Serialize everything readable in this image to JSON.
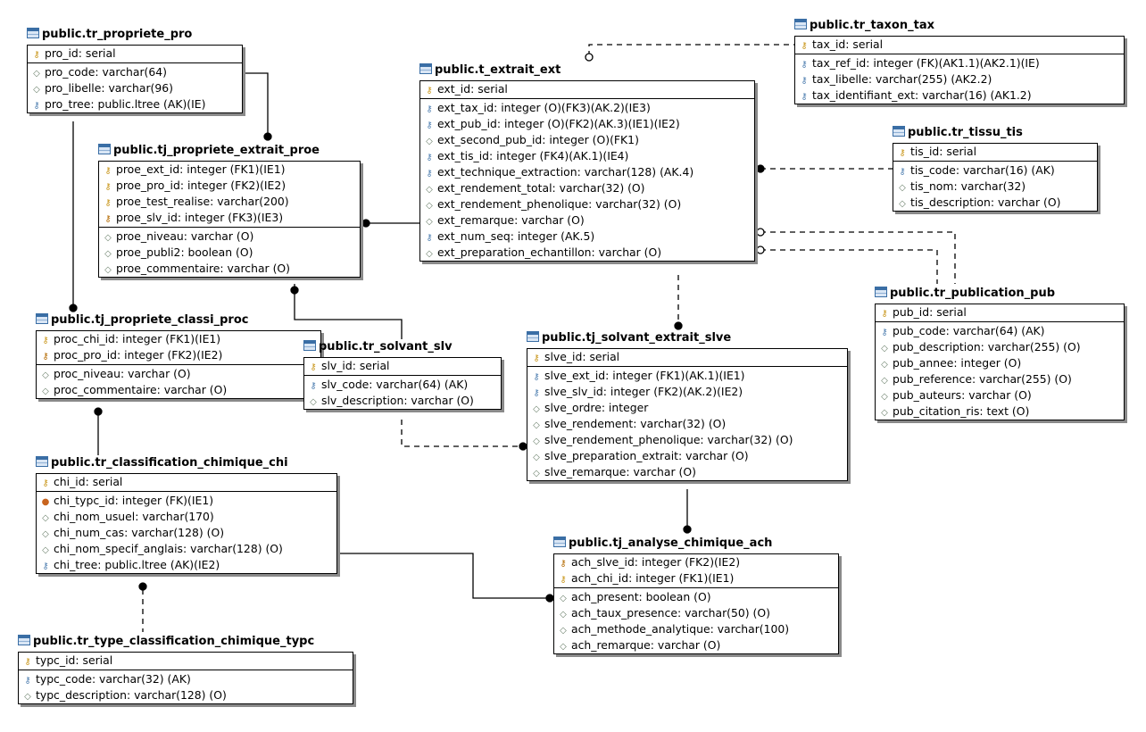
{
  "entities": {
    "pro": {
      "title": "public.tr_propriete_pro",
      "pk": [
        {
          "text": "pro_id: serial",
          "icon": "key-icon"
        }
      ],
      "attrs": [
        {
          "text": "pro_code: varchar(64)",
          "icon": "attribute-icon"
        },
        {
          "text": "pro_libelle: varchar(96)",
          "icon": "attribute-icon"
        },
        {
          "text": "pro_tree: public.ltree (AK)(IE)",
          "icon": "alternate-key-icon"
        }
      ]
    },
    "ext": {
      "title": "public.t_extrait_ext",
      "pk": [
        {
          "text": "ext_id: serial",
          "icon": "key-icon"
        }
      ],
      "attrs": [
        {
          "text": "ext_tax_id: integer (O)(FK3)(AK.2)(IE3)",
          "icon": "alternate-key-icon"
        },
        {
          "text": "ext_pub_id: integer (O)(FK2)(AK.3)(IE1)(IE2)",
          "icon": "alternate-key-icon"
        },
        {
          "text": "ext_second_pub_id: integer (O)(FK1)",
          "icon": "attribute-icon"
        },
        {
          "text": "ext_tis_id: integer (FK4)(AK.1)(IE4)",
          "icon": "foreign-alternate-key-icon"
        },
        {
          "text": "ext_technique_extraction: varchar(128) (AK.4)",
          "icon": "alternate-key-icon"
        },
        {
          "text": "ext_rendement_total: varchar(32) (O)",
          "icon": "attribute-icon"
        },
        {
          "text": "ext_rendement_phenolique: varchar(32) (O)",
          "icon": "attribute-icon"
        },
        {
          "text": "ext_remarque: varchar (O)",
          "icon": "attribute-icon"
        },
        {
          "text": "ext_num_seq: integer (AK.5)",
          "icon": "alternate-key-icon"
        },
        {
          "text": "ext_preparation_echantillon: varchar (O)",
          "icon": "attribute-icon"
        }
      ]
    },
    "tax": {
      "title": "public.tr_taxon_tax",
      "pk": [
        {
          "text": "tax_id: serial",
          "icon": "key-icon"
        }
      ],
      "attrs": [
        {
          "text": "tax_ref_id: integer (FK)(AK1.1)(AK2.1)(IE)",
          "icon": "foreign-alternate-key-icon"
        },
        {
          "text": "tax_libelle: varchar(255) (AK2.2)",
          "icon": "alternate-key-icon"
        },
        {
          "text": "tax_identifiant_ext: varchar(16) (AK1.2)",
          "icon": "alternate-key-icon"
        }
      ]
    },
    "tis": {
      "title": "public.tr_tissu_tis",
      "pk": [
        {
          "text": "tis_id: serial",
          "icon": "key-icon"
        }
      ],
      "attrs": [
        {
          "text": "tis_code: varchar(16) (AK)",
          "icon": "alternate-key-icon"
        },
        {
          "text": "tis_nom: varchar(32)",
          "icon": "attribute-icon"
        },
        {
          "text": "tis_description: varchar (O)",
          "icon": "attribute-icon"
        }
      ]
    },
    "proe": {
      "title": "public.tj_propriete_extrait_proe",
      "pk": [
        {
          "text": "proe_ext_id: integer (FK1)(IE1)",
          "icon": "key-icon"
        },
        {
          "text": "proe_pro_id: integer (FK2)(IE2)",
          "icon": "key-icon"
        },
        {
          "text": "proe_test_realise: varchar(200)",
          "icon": "key-icon"
        },
        {
          "text": "proe_slv_id: integer (FK3)(IE3)",
          "icon": "foreign-key-pk-icon"
        }
      ],
      "attrs": [
        {
          "text": "proe_niveau: varchar (O)",
          "icon": "attribute-icon"
        },
        {
          "text": "proe_publi2: boolean (O)",
          "icon": "attribute-icon"
        },
        {
          "text": "proe_commentaire: varchar (O)",
          "icon": "attribute-icon"
        }
      ]
    },
    "proc": {
      "title": "public.tj_propriete_classi_proc",
      "pk": [
        {
          "text": "proc_chi_id: integer (FK1)(IE1)",
          "icon": "key-icon"
        },
        {
          "text": "proc_pro_id: integer (FK2)(IE2)",
          "icon": "foreign-key-pk-icon"
        }
      ],
      "attrs": [
        {
          "text": "proc_niveau: varchar (O)",
          "icon": "attribute-icon"
        },
        {
          "text": "proc_commentaire: varchar (O)",
          "icon": "attribute-icon"
        }
      ]
    },
    "slv": {
      "title": "public.tr_solvant_slv",
      "pk": [
        {
          "text": "slv_id: serial",
          "icon": "key-icon"
        }
      ],
      "attrs": [
        {
          "text": "slv_code: varchar(64) (AK)",
          "icon": "alternate-key-icon"
        },
        {
          "text": "slv_description: varchar (O)",
          "icon": "attribute-icon"
        }
      ]
    },
    "slve": {
      "title": "public.tj_solvant_extrait_slve",
      "pk": [
        {
          "text": "slve_id: serial",
          "icon": "key-icon"
        },
        {
          "text": "slve_ext_id: integer (FK1)(AK.1)(IE1)",
          "icon": "alternate-key-icon"
        },
        {
          "text": "slve_slv_id: integer (FK2)(AK.2)(IE2)",
          "icon": "foreign-alternate-key-icon"
        }
      ],
      "attrs": [
        {
          "text": "slve_ordre: integer",
          "icon": "attribute-icon"
        },
        {
          "text": "slve_rendement: varchar(32) (O)",
          "icon": "attribute-icon"
        },
        {
          "text": "slve_rendement_phenolique: varchar(32) (O)",
          "icon": "attribute-icon"
        },
        {
          "text": "slve_preparation_extrait: varchar (O)",
          "icon": "attribute-icon"
        },
        {
          "text": "slve_remarque: varchar (O)",
          "icon": "attribute-icon"
        }
      ],
      "pk_separator_after": 1
    },
    "pub": {
      "title": "public.tr_publication_pub",
      "pk": [
        {
          "text": "pub_id: serial",
          "icon": "key-icon"
        }
      ],
      "attrs": [
        {
          "text": "pub_code: varchar(64) (AK)",
          "icon": "alternate-key-icon"
        },
        {
          "text": "pub_description: varchar(255) (O)",
          "icon": "attribute-icon"
        },
        {
          "text": "pub_annee: integer (O)",
          "icon": "attribute-icon"
        },
        {
          "text": "pub_reference: varchar(255) (O)",
          "icon": "attribute-icon"
        },
        {
          "text": "pub_auteurs: varchar (O)",
          "icon": "attribute-icon"
        },
        {
          "text": "pub_citation_ris: text (O)",
          "icon": "attribute-icon"
        }
      ]
    },
    "chi": {
      "title": "public.tr_classification_chimique_chi",
      "pk": [
        {
          "text": "chi_id: serial",
          "icon": "key-icon"
        }
      ],
      "attrs": [
        {
          "text": "chi_typc_id: integer (FK)(IE1)",
          "icon": "foreign-key-icon"
        },
        {
          "text": "chi_nom_usuel: varchar(170)",
          "icon": "attribute-icon"
        },
        {
          "text": "chi_num_cas: varchar(128) (O)",
          "icon": "attribute-icon"
        },
        {
          "text": "chi_nom_specif_anglais: varchar(128) (O)",
          "icon": "attribute-icon"
        },
        {
          "text": "chi_tree: public.ltree (AK)(IE2)",
          "icon": "alternate-key-icon"
        }
      ]
    },
    "ach": {
      "title": "public.tj_analyse_chimique_ach",
      "pk": [
        {
          "text": "ach_slve_id: integer (FK2)(IE2)",
          "icon": "foreign-key-pk-icon"
        },
        {
          "text": "ach_chi_id: integer (FK1)(IE1)",
          "icon": "key-icon"
        }
      ],
      "attrs": [
        {
          "text": "ach_present: boolean (O)",
          "icon": "attribute-icon"
        },
        {
          "text": "ach_taux_presence: varchar(50) (O)",
          "icon": "attribute-icon"
        },
        {
          "text": "ach_methode_analytique: varchar(100)",
          "icon": "attribute-icon"
        },
        {
          "text": "ach_remarque: varchar (O)",
          "icon": "attribute-icon"
        }
      ]
    },
    "typc": {
      "title": "public.tr_type_classification_chimique_typc",
      "pk": [
        {
          "text": "typc_id: serial",
          "icon": "key-icon"
        }
      ],
      "attrs": [
        {
          "text": "typc_code: varchar(32) (AK)",
          "icon": "alternate-key-icon"
        },
        {
          "text": "typc_description: varchar(128) (O)",
          "icon": "attribute-icon"
        }
      ]
    }
  },
  "icons": {
    "key-icon": {
      "glyph": "⚷",
      "color": "#c9961a"
    },
    "foreign-key-pk-icon": {
      "glyph": "⚷",
      "color": "#b46a00"
    },
    "alternate-key-icon": {
      "glyph": "⚷",
      "color": "#4f7fb0"
    },
    "foreign-alternate-key-icon": {
      "glyph": "⚷",
      "color": "#4f7fb0"
    },
    "foreign-key-icon": {
      "glyph": "●",
      "color": "#c8641e"
    },
    "attribute-icon": {
      "glyph": "◇",
      "color": "#6a7f6a"
    }
  }
}
